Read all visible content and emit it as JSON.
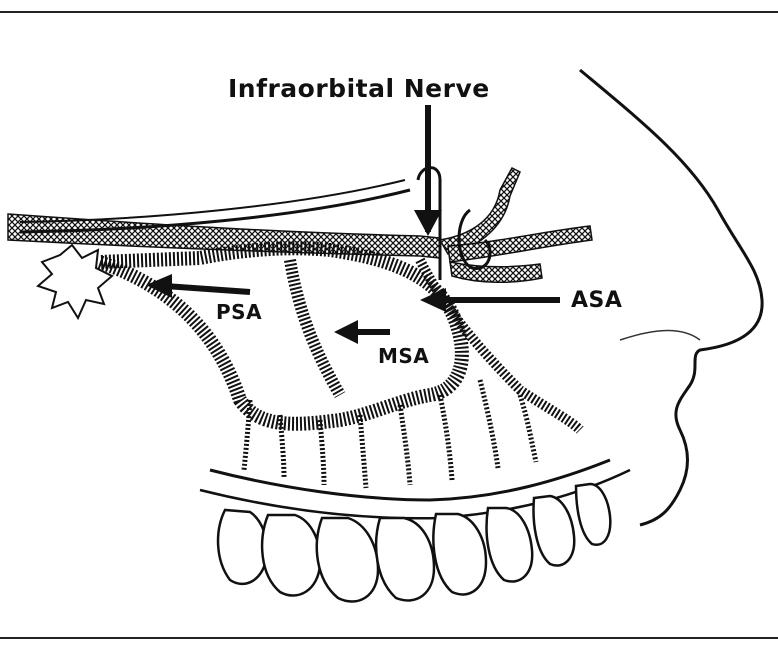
{
  "labels": {
    "title": "Infraorbital Nerve",
    "psa": "PSA",
    "msa": "MSA",
    "asa": "ASA"
  },
  "colors": {
    "ink": "#111111",
    "paper": "#ffffff"
  }
}
